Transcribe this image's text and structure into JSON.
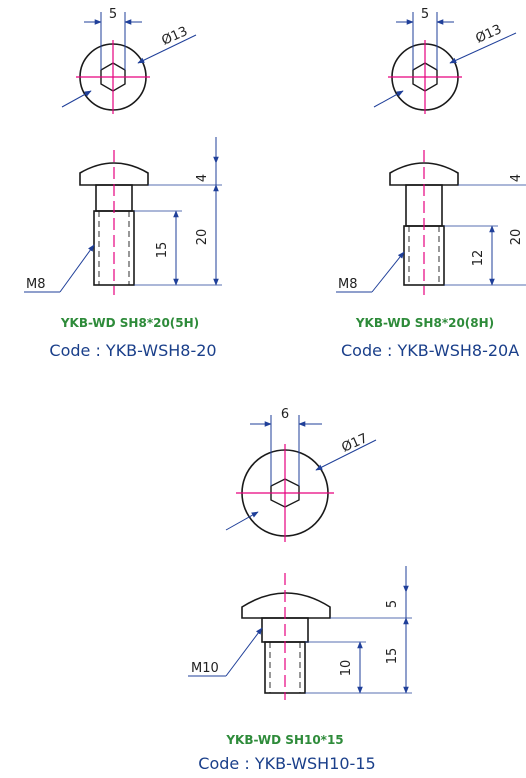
{
  "drawings": [
    {
      "id": "wsh8-20-5h",
      "hex_dim": "5",
      "head_dia": "Ø13",
      "head_height": "4",
      "total_length": "20",
      "thread_length": "15",
      "thread": "M8",
      "model": "YKB-WD SH8*20(5H)",
      "code": "Code : YKB-WSH8-20"
    },
    {
      "id": "wsh8-20-8h",
      "hex_dim": "5",
      "head_dia": "Ø13",
      "head_height": "4",
      "total_length": "20",
      "thread_length": "12",
      "thread": "M8",
      "model": "YKB-WD SH8*20(8H)",
      "code": "Code : YKB-WSH8-20A"
    },
    {
      "id": "wsh10-15",
      "hex_dim": "6",
      "head_dia": "Ø17",
      "head_height": "5",
      "total_length": "15",
      "thread_length": "10",
      "thread": "M10",
      "model": "YKB-WD SH10*15",
      "code": "Code : YKB-WSH10-15"
    }
  ],
  "colors": {
    "line": "#1a1a1a",
    "center": "#e6007e",
    "dimension": "#1f3f99",
    "model_text": "#2e8b3a",
    "code_text": "#1a3f8a"
  }
}
